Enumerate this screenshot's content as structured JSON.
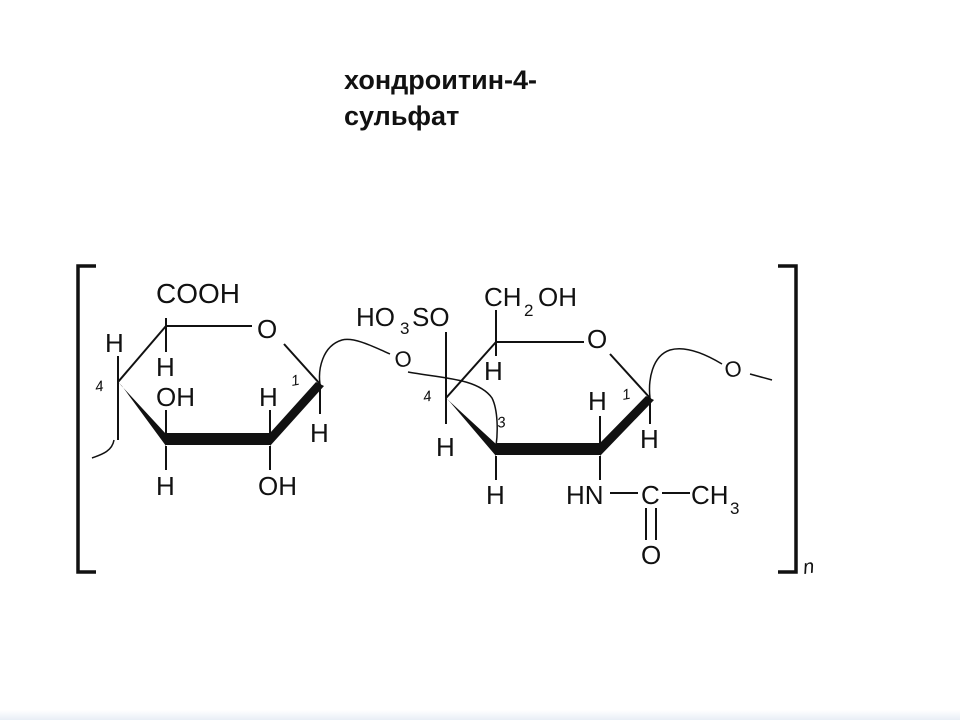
{
  "title": {
    "line1": "хондроитин-4-",
    "line2": "сульфат"
  },
  "labels": {
    "cooh": "COOH",
    "ring1_o": "O",
    "h_left": "H",
    "h_under_cooh": "H",
    "oh_c3": "OH",
    "h_c2": "H",
    "h_c1": "H",
    "h_c3_bottom": "H",
    "oh_c2_bottom": "OH",
    "num_4_left": "4",
    "num_1_left": "1",
    "glyco_o_1": "O",
    "sulfo_ho": "HO",
    "sulfo_sub3": "3",
    "sulfo_so": "SO",
    "ch2oh_ch": "CH",
    "ch2oh_sub2": "2",
    "ch2oh_oh": "OH",
    "ring2_o": "O",
    "h_c5_right": "H",
    "num_4_right": "4",
    "num_3_right": "3",
    "num_1_right": "1",
    "h_c1_right_top": "H",
    "h_c4_right": "H",
    "h_c1_right": "H",
    "h_c3_right_bottom": "H",
    "hn": "HN",
    "acetyl_c": "C",
    "acetyl_ch": "CH",
    "acetyl_sub3": "3",
    "acetyl_o": "O",
    "glyco_o_2": "O",
    "subscript_n": "n"
  }
}
